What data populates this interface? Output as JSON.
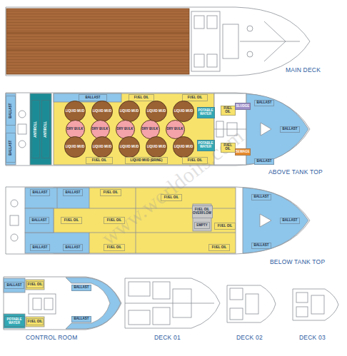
{
  "diagram": {
    "nodes": [
      {
        "text": [
          "BALLAST"
        ]
      },
      {
        "text": [
          "BALLAST"
        ]
      },
      {
        "text": [
          "ANTIROLL"
        ]
      },
      {
        "text": [
          "ANTIROLL"
        ]
      },
      {
        "text": [
          "BALLAST"
        ]
      },
      {
        "text": [
          "FUEL OIL"
        ]
      },
      {
        "text": [
          "FUEL OIL"
        ]
      },
      {
        "text": [
          "LIQUID MUD"
        ]
      },
      {
        "text": [
          "LIQUID MUD"
        ]
      },
      {
        "text": [
          "LIQUID MUD"
        ]
      },
      {
        "text": [
          "LIQUID MUD"
        ]
      },
      {
        "text": [
          "LIQUID MUD"
        ]
      },
      {
        "text": [
          "DRY BULK"
        ]
      },
      {
        "text": [
          "DRY BULK"
        ]
      },
      {
        "text": [
          "DRY BULK"
        ]
      },
      {
        "text": [
          "DRY BULK"
        ]
      },
      {
        "text": [
          "DRY BULK"
        ]
      },
      {
        "text": [
          "LIQUID MUD"
        ]
      },
      {
        "text": [
          "LIQUID MUD"
        ]
      },
      {
        "text": [
          "LIQUID MUD"
        ]
      },
      {
        "text": [
          "LIQUID MUD"
        ]
      },
      {
        "text": [
          "LIQUID MUD"
        ]
      },
      {
        "text": [
          "FUEL OIL"
        ]
      },
      {
        "text": [
          "LIQUID MUD (BRINE)"
        ]
      },
      {
        "text": [
          "FUEL OIL"
        ]
      },
      {
        "text": [
          "POTABLE WATER"
        ]
      },
      {
        "text": [
          "FUEL OIL"
        ]
      },
      {
        "text": [
          "SLUDGE"
        ]
      },
      {
        "text": [
          "POTABLE WATER"
        ]
      },
      {
        "text": [
          "FUEL OIL"
        ]
      },
      {
        "text": [
          "SEWAGE"
        ]
      },
      {
        "text": [
          "BALLAST"
        ]
      },
      {
        "text": [
          "BALLAST"
        ]
      },
      {
        "text": [
          "BALLAST"
        ]
      },
      {
        "text": [
          "BALLAST"
        ]
      },
      {
        "text": [
          "BALLAST"
        ]
      },
      {
        "text": [
          "FUEL OIL"
        ]
      },
      {
        "text": [
          "FUEL OIL"
        ]
      },
      {
        "text": [
          "BALLAST"
        ]
      },
      {
        "text": [
          "FUEL OIL"
        ]
      },
      {
        "text": [
          "FUEL OIL"
        ]
      },
      {
        "text": [
          "FUEL OIL OVERFLOW"
        ]
      },
      {
        "text": [
          "EMPTY"
        ]
      },
      {
        "text": [
          "FUEL OIL"
        ]
      },
      {
        "text": [
          "BALLAST"
        ]
      },
      {
        "text": [
          "BALLAST"
        ]
      },
      {
        "text": [
          "FUEL OIL"
        ]
      },
      {
        "text": [
          "FUEL OIL"
        ]
      },
      {
        "text": [
          "BALLAST"
        ]
      },
      {
        "text": [
          "BALLAST"
        ]
      },
      {
        "text": [
          "BALLAST"
        ]
      },
      {
        "text": [
          "BALLAST"
        ]
      },
      {
        "text": [
          "FUEL OIL"
        ]
      },
      {
        "text": [
          "BALLAST"
        ]
      },
      {
        "text": [
          "POTABLE WATER"
        ]
      },
      {
        "text": [
          "FUEL OIL"
        ]
      },
      {
        "text": [
          "BALLAST"
        ]
      }
    ],
    "labels": [
      "MAIN DECK",
      "ABOVE TANK TOP",
      "BELOW TANK TOP",
      "CONTROL ROOM",
      "DECK 01",
      "DECK 02",
      "DECK 03",
      "www.worldoils.com"
    ]
  }
}
